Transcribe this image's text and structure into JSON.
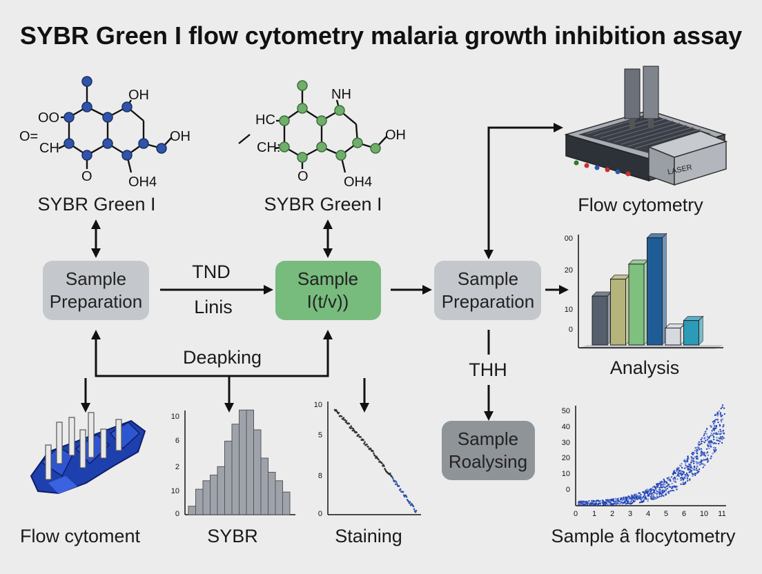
{
  "title": "SYBR Green I flow cytometry malaria growth inhibition assay",
  "molecules": [
    {
      "label": "SYBR Green I",
      "atom_color": "#2f54a8",
      "atoms": [
        "OO",
        "O=",
        "CH",
        "O",
        "OH",
        "OH",
        "OH4"
      ]
    },
    {
      "label": "SYBR Green I",
      "atom_color": "#6fae6b",
      "atoms": [
        "HC",
        "CH:",
        "NH",
        "OH",
        "O",
        "OH4"
      ]
    }
  ],
  "boxes": {
    "prep1": [
      "Sample",
      "Preparation"
    ],
    "sample_mid": [
      "Sample",
      "I(t/v))"
    ],
    "prep2": [
      "Sample",
      "Preparation"
    ],
    "realysing": [
      "Sample",
      "Roalysing"
    ]
  },
  "edge_labels": {
    "tnd": "TND",
    "linis": "Linis",
    "deapking": "Deapking",
    "thh": "THH"
  },
  "cytometer": {
    "label": "Flow cytometry",
    "panel_text": "LASER"
  },
  "bottom_labels": {
    "flow_cytoment": "Flow cytoment",
    "sybr": "SYBR",
    "staining": "Staining"
  },
  "colors": {
    "box_gray": "#c4c7cc",
    "box_green": "#77bb7d",
    "box_dark": "#8f9499",
    "mol1": "#2f54a8",
    "mol2": "#6fae6b"
  },
  "chart_data": [
    {
      "id": "analysis",
      "type": "bar",
      "xlabel": "Analysis",
      "yticks": [
        "00",
        "20",
        "10",
        "0"
      ],
      "bars": [
        {
          "value": 13,
          "color": "#555f6e"
        },
        {
          "value": 17.5,
          "color": "#b5b47a"
        },
        {
          "value": 21.5,
          "color": "#7fc07f"
        },
        {
          "value": 28.5,
          "color": "#1f5c96"
        },
        {
          "value": 4.5,
          "color": "#d6d9e0"
        },
        {
          "value": 6.5,
          "color": "#2b9bb8"
        }
      ]
    },
    {
      "id": "sybr",
      "type": "bar",
      "xlabel": "SYBR",
      "yticks": [
        "10",
        "6",
        "2",
        "10",
        "0"
      ],
      "values": [
        1.5,
        4.5,
        6,
        7,
        8.5,
        13,
        16,
        18.5,
        18.5,
        15,
        10,
        7.5,
        6,
        4
      ]
    },
    {
      "id": "staining",
      "type": "scatter",
      "xlabel": "Staining",
      "yticks": [
        "10",
        "5",
        "8",
        "0"
      ]
    },
    {
      "id": "flocytometry",
      "type": "scatter",
      "xlabel": "Sample â flocytometry",
      "xticks": [
        "0",
        "1",
        "2",
        "3",
        "4",
        "5",
        "6",
        "10",
        "11"
      ],
      "yticks": [
        "50",
        "40",
        "30",
        "20",
        "10",
        "0"
      ]
    }
  ]
}
